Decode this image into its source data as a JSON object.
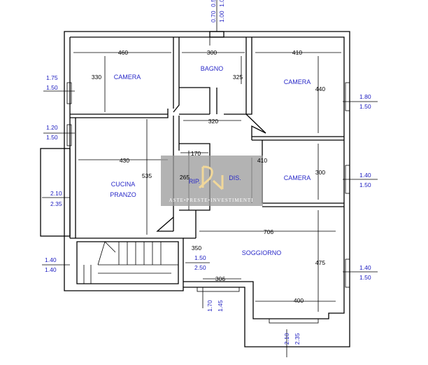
{
  "rooms": {
    "camera1": "CAMERA",
    "bagno": "BAGNO",
    "camera2": "CAMERA",
    "cucina1": "CUCINA",
    "cucina2": "PRANZO",
    "rip": "RIP.",
    "dis": "DIS.",
    "camera3": "CAMERA",
    "soggiorno": "SOGGIORNO"
  },
  "dimensions": {
    "d460": "460",
    "d300a": "300",
    "d410a": "410",
    "d330": "330",
    "d325": "325",
    "d440": "440",
    "d320": "320",
    "d170": "170",
    "d410b": "410",
    "d430": "430",
    "d535": "535",
    "d265": "265",
    "d300b": "300",
    "d706": "706",
    "d350": "350",
    "d475": "475",
    "d306": "306",
    "d400": "400"
  },
  "windows": {
    "top_a1": "0.70",
    "top_a2": "1.00",
    "top_b1": "0.5",
    "top_b2": "1.0",
    "l1a": "1.75",
    "l1b": "1.50",
    "l2a": "1.20",
    "l2b": "1.50",
    "l3a": "2.10",
    "l3b": "2.35",
    "l4a": "1.40",
    "l4b": "1.40",
    "r1a": "1.80",
    "r1b": "1.50",
    "r2a": "1.40",
    "r2b": "1.50",
    "r3a": "1.40",
    "r3b": "1.50",
    "c1a": "1.50",
    "c1b": "2.50",
    "b1a": "1.70",
    "b1b": "1.45",
    "b2a": "2.10",
    "b2b": "2.35"
  },
  "watermark": "ASTE•PRESTE•INVESTIMENTI"
}
